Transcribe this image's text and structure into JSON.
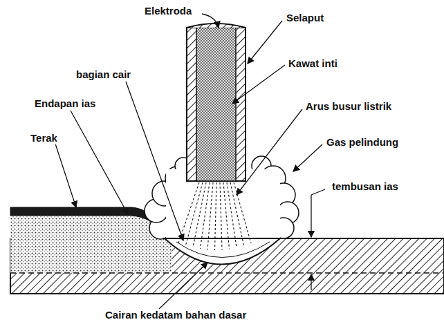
{
  "diagram": {
    "labels": [
      "Elektroda",
      "Selaput",
      "Kawat inti",
      "bagian cair",
      "Arus busur listrik",
      "Endapan ias",
      "Gas pelindung",
      "Terak",
      "tembusan ias",
      "Cairan kedatam bahan dasar"
    ]
  }
}
